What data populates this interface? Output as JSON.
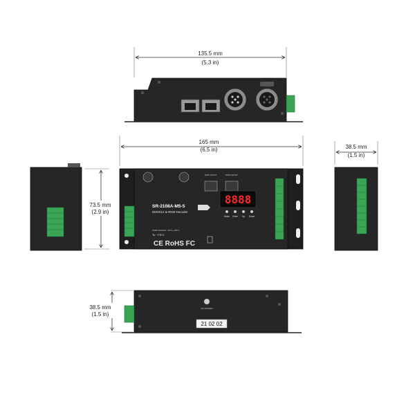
{
  "dimensions": {
    "top_width_mm": "135.5 mm",
    "top_width_in": "(5.3 in)",
    "front_width_mm": "165 mm",
    "front_width_in": "(6.5 in)",
    "front_height_mm": "73.5 mm",
    "front_height_in": "(2.9 in)",
    "right_width_mm": "38.5 mm",
    "right_width_in": "(1.5 in)",
    "bottom_height_mm": "38.5 mm",
    "bottom_height_in": "(1.5 in)"
  },
  "device": {
    "model": "SR-2108A-M5-5",
    "subtitle": "DMX512 & RDM Decoder",
    "display_digits": "8888",
    "certifications": "CE RoHS FC",
    "port_label_in": "DMX IN/OUT",
    "port_label_out": "DMX IN/OUT",
    "buttons": [
      "Mode",
      "Enter",
      "Up",
      "Down"
    ],
    "temp_label": "TEMP RANGE: -30°C~+55°C",
    "tc_label": "Tc: +75°C",
    "serial_label": "21 02 02",
    "qc_label": "QC PASSED"
  },
  "colors": {
    "housing": "#2b2b2b",
    "panel": "#1c1c1c",
    "terminal": "#3aa655",
    "display": "#ff2a2a",
    "dimension_line": "#333333"
  }
}
